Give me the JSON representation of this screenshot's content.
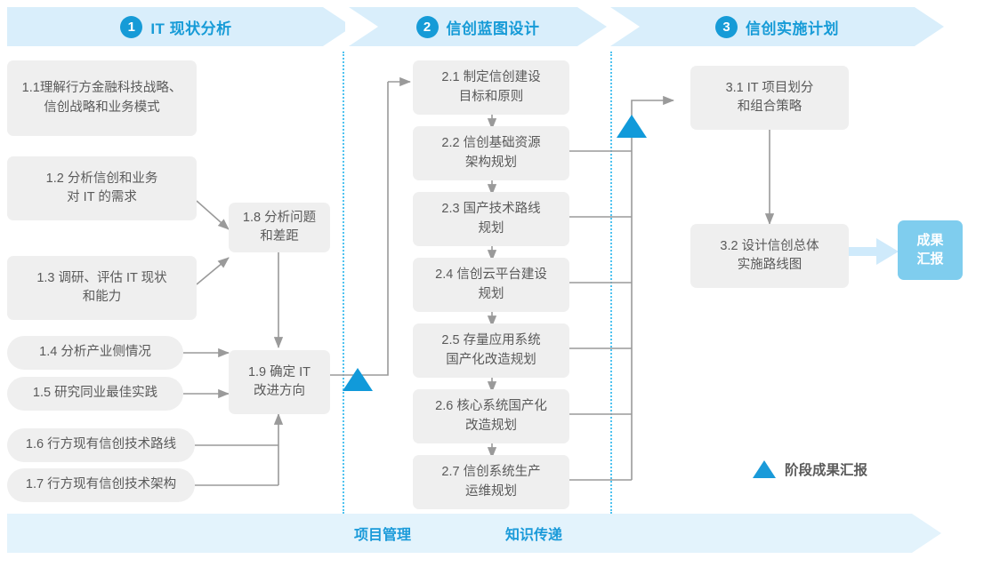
{
  "header": {
    "phases": [
      {
        "num": "1",
        "title": "IT 现状分析"
      },
      {
        "num": "2",
        "title": "信创蓝图设计"
      },
      {
        "num": "3",
        "title": "信创实施计划"
      }
    ]
  },
  "footer": {
    "labels": [
      "项目管理",
      "知识传递"
    ]
  },
  "legend": {
    "marker": "milestone-triangle",
    "text": "阶段成果汇报"
  },
  "phase1": {
    "boxes": [
      {
        "id": "1.1",
        "text": "1.1理解行方金融科技战略、\n信创战略和业务模式"
      },
      {
        "id": "1.2",
        "text": "1.2 分析信创和业务\n对 IT 的需求"
      },
      {
        "id": "1.3",
        "text": "1.3 调研、评估 IT 现状\n和能力"
      },
      {
        "id": "1.4",
        "text": "1.4 分析产业侧情况"
      },
      {
        "id": "1.5",
        "text": "1.5 研究同业最佳实践"
      },
      {
        "id": "1.6",
        "text": "1.6 行方现有信创技术路线"
      },
      {
        "id": "1.7",
        "text": "1.7 行方现有信创技术架构"
      },
      {
        "id": "1.8",
        "text": "1.8 分析问题\n和差距"
      },
      {
        "id": "1.9",
        "text": "1.9 确定 IT\n改进方向"
      }
    ]
  },
  "phase2": {
    "boxes": [
      {
        "id": "2.1",
        "text": "2.1 制定信创建设\n目标和原则"
      },
      {
        "id": "2.2",
        "text": "2.2 信创基础资源\n架构规划"
      },
      {
        "id": "2.3",
        "text": "2.3 国产技术路线\n规划"
      },
      {
        "id": "2.4",
        "text": "2.4 信创云平台建设\n规划"
      },
      {
        "id": "2.5",
        "text": "2.5 存量应用系统\n国产化改造规划"
      },
      {
        "id": "2.6",
        "text": "2.6 核心系统国产化\n改造规划"
      },
      {
        "id": "2.7",
        "text": "2.7 信创系统生产\n运维规划"
      }
    ]
  },
  "phase3": {
    "boxes": [
      {
        "id": "3.1",
        "text": "3.1 IT 项目划分\n和组合策略"
      },
      {
        "id": "3.2",
        "text": "3.2 设计信创总体\n实施路线图"
      }
    ],
    "result": {
      "text": "成果\n汇报"
    }
  },
  "colors": {
    "accent": "#169bd7",
    "phase_bar": "#d9eefb",
    "footer_bar": "#e3f3fc",
    "box_fill": "#efefef",
    "box_text": "#5a5a5a",
    "result_fill": "#7fcdee",
    "connector": "#9a9a9a",
    "dotted": "#4fc3f0",
    "triangle": "#119ada"
  }
}
